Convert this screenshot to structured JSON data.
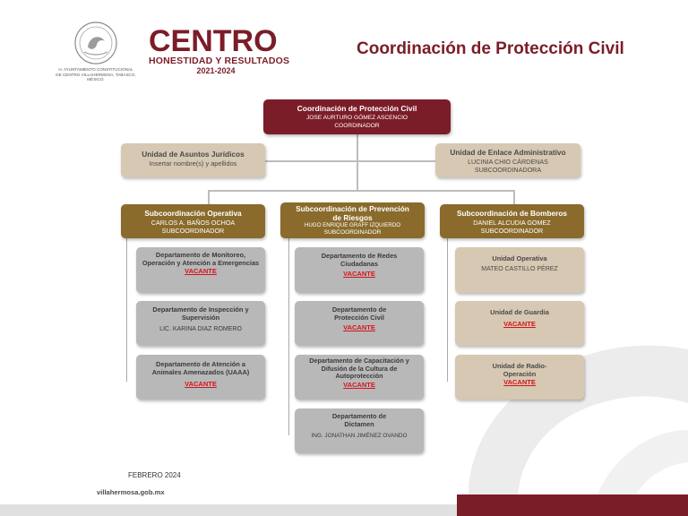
{
  "header": {
    "seal_caption": "H. AYUNTAMIENTO CONSTITUCIONAL DE CENTRO VILLAHERMOSA, TABASCO, MÉXICO.",
    "brand_name": "CENTRO",
    "brand_tagline": "HONESTIDAD Y RESULTADOS",
    "brand_years": "2021-2024",
    "page_title": "Coordinación de Protección Civil",
    "colors": {
      "maroon": "#7b1d28",
      "gold": "#8a6b2c",
      "beige": "#d6c8b2",
      "grey": "#b8b8b8",
      "vacante": "#d4141c"
    }
  },
  "top": {
    "title": "Coordinación de Protección Civil",
    "name": "JOSE AURTURO GÓMEZ ASCENCIO",
    "role": "COORDINADOR"
  },
  "juridicos": {
    "title": "Unidad de Asuntos Jurídicos",
    "name": "Insertar nombre(s) y apellidos"
  },
  "enlace": {
    "title": "Unidad de Enlace Administrativo",
    "name": "LUCINIA CHIO CÁRDENAS",
    "role": "SUBCOORDINADORA"
  },
  "sub_operativa": {
    "title": "Subcoordinación Operativa",
    "name": "CARLOS A. BAÑOS OCHOA",
    "role": "SUBCOORDINADOR",
    "children": [
      {
        "title": "Departamento de Monitoreo, Operación y Atención a Emergencias",
        "name": "VACANTE"
      },
      {
        "title": "Departamento de Inspección y Supervisión",
        "name": "LIC. KARINA DIAZ ROMERO"
      },
      {
        "title": "Departamento de Atención a Animales Amenazados (UAAA)",
        "name": "VACANTE"
      }
    ]
  },
  "sub_prevencion": {
    "title": "Subcoordinación de Prevención de Riesgos",
    "name": "HUGO ENRIQUE GRAFF IZQUIERDO",
    "role": "SUBCOORDINADOR",
    "children": [
      {
        "title": "Departamento de Redes Ciudadanas",
        "name": "VACANTE"
      },
      {
        "title": "Departamento de Protección Civil",
        "name": "VACANTE"
      },
      {
        "title": "Departamento de Capacitación y Difusión de la Cultura de Autoprotección",
        "name": "VACANTE"
      },
      {
        "title": "Departamento de Dictamen",
        "name": "ING. JONATHAN JIMÉNEZ OVANDO"
      }
    ]
  },
  "sub_bomberos": {
    "title": "Subcoordinación de Bomberos",
    "name": "DANIEL ALCUDIA GOMEZ",
    "role": "SUBCOORDINADOR",
    "children": [
      {
        "title": "Unidad Operativa",
        "name": "MATEO CASTILLO PÉREZ"
      },
      {
        "title": "Unidad de Guardia",
        "name": "VACANTE"
      },
      {
        "title": "Unidad de Radio-Operación",
        "name": "VACANTE"
      }
    ]
  },
  "footer": {
    "date": "FEBRERO 2024",
    "url": "villahermosa.gob.mx"
  }
}
